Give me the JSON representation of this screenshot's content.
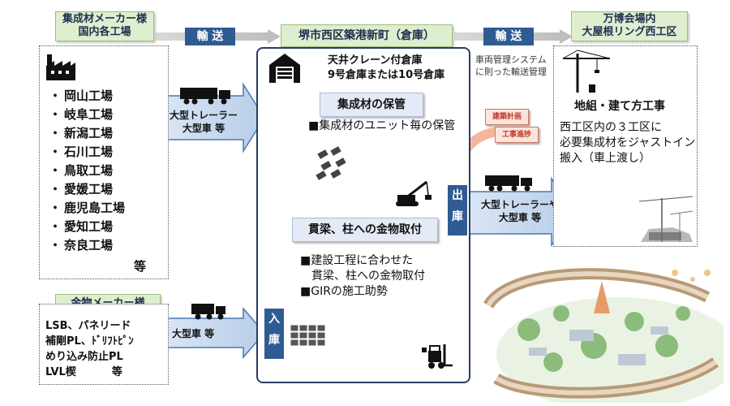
{
  "suppliers": {
    "title_line1": "集成材メーカー様",
    "title_line2": "国内各工場",
    "factories": [
      "岡山工場",
      "岐阜工場",
      "新潟工場",
      "石川工場",
      "鳥取工場",
      "愛媛工場",
      "鹿児島工場",
      "愛知工場",
      "奈良工場"
    ],
    "etc": "等"
  },
  "transport_label": "輸 送",
  "warehouse": {
    "title": "堺市西区築港新町（倉庫）",
    "crane_line1": "天井クレーン付倉庫",
    "crane_line2": "9号倉庫または10号倉庫",
    "storage_title": "集成材の保管",
    "storage_desc": "■集成材のユニット毎の保管",
    "fitting_title": "貫梁、柱への金物取付",
    "fitting_desc1": "■建設工程に合わせた",
    "fitting_desc2": "貫梁、柱への金物取付",
    "fitting_desc3": "■GIRの施工助勢"
  },
  "inbound_label": "入\n庫",
  "outbound_label": "出\n庫",
  "trailer_in": {
    "line1": "大型トレーラー",
    "line2": "大型車 等"
  },
  "truck_in": "大型車 等",
  "trailer_out": {
    "line1": "大型トレーラーや",
    "line2": "大型車 等"
  },
  "vehicle_system": {
    "line1": "車両管理システム",
    "line2": "に則った輸送管理"
  },
  "cards": {
    "plan": "建築計画",
    "progress": "工事進捗"
  },
  "site": {
    "title_line1": "万博会場内",
    "title_line2": "大屋根リング西工区",
    "work_title": "地組・建て方工事",
    "desc1": "西工区内の３工区に",
    "desc2": "必要集成材をジャストイン",
    "desc3": "搬入（車上渡し）"
  },
  "hardware": {
    "title": "金物メーカー様",
    "line1": "LSB、パネリード",
    "line2": "補剛PL、ﾄﾞﾘﾌﾄﾋﾟﾝ",
    "line3": "めり込み防止PL",
    "line4": "LVL楔",
    "etc": "等"
  },
  "colors": {
    "arrow_blue": "#2f5b93",
    "arrow_light": "#cfe0f3",
    "green_label": "#dfeecf",
    "salmon": "#f4b79e"
  }
}
